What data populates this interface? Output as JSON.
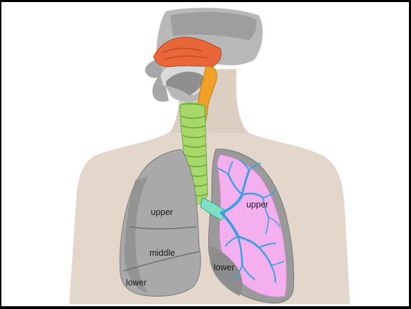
{
  "labels": {
    "right_upper": "upper",
    "right_middle": "middle",
    "right_lower": "lower",
    "left_upper": "upper",
    "left_lower": "lower"
  },
  "colors": {
    "body": "#e3d7cc",
    "head": "#b8b8b8",
    "nasal_cavity": "#e8663a",
    "pharynx": "#f0a126",
    "trachea": "#a6d86a",
    "bronchus": "#7fe0c6",
    "right_lung": "#a9a9a9",
    "left_lung_dissected": "#f4b0ee",
    "bronchial_tree": "#3aa0e0"
  }
}
